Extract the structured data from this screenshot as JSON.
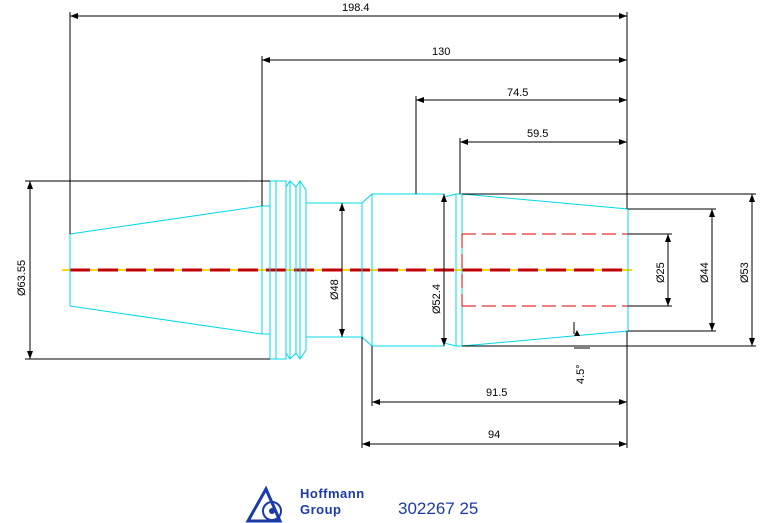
{
  "dimensions": {
    "overall_length": "198.4",
    "length_130": "130",
    "length_74_5": "74.5",
    "length_59_5": "59.5",
    "length_91_5": "91.5",
    "length_94": "94",
    "dia_flange": "Ø63.55",
    "dia_neck": "Ø48",
    "dia_body": "Ø52.4",
    "dia_bore": "Ø25",
    "dia_nose": "Ø44",
    "dia_outer": "Ø53",
    "taper_angle": "4.5°"
  },
  "brand": {
    "line1": "Hoffmann",
    "line2": "Group",
    "color": "#1a3ba8"
  },
  "part_number": "302267 25",
  "colors": {
    "outline": "#00d8e8",
    "hidden_line": "#e00000",
    "axis": "#ffd800"
  }
}
